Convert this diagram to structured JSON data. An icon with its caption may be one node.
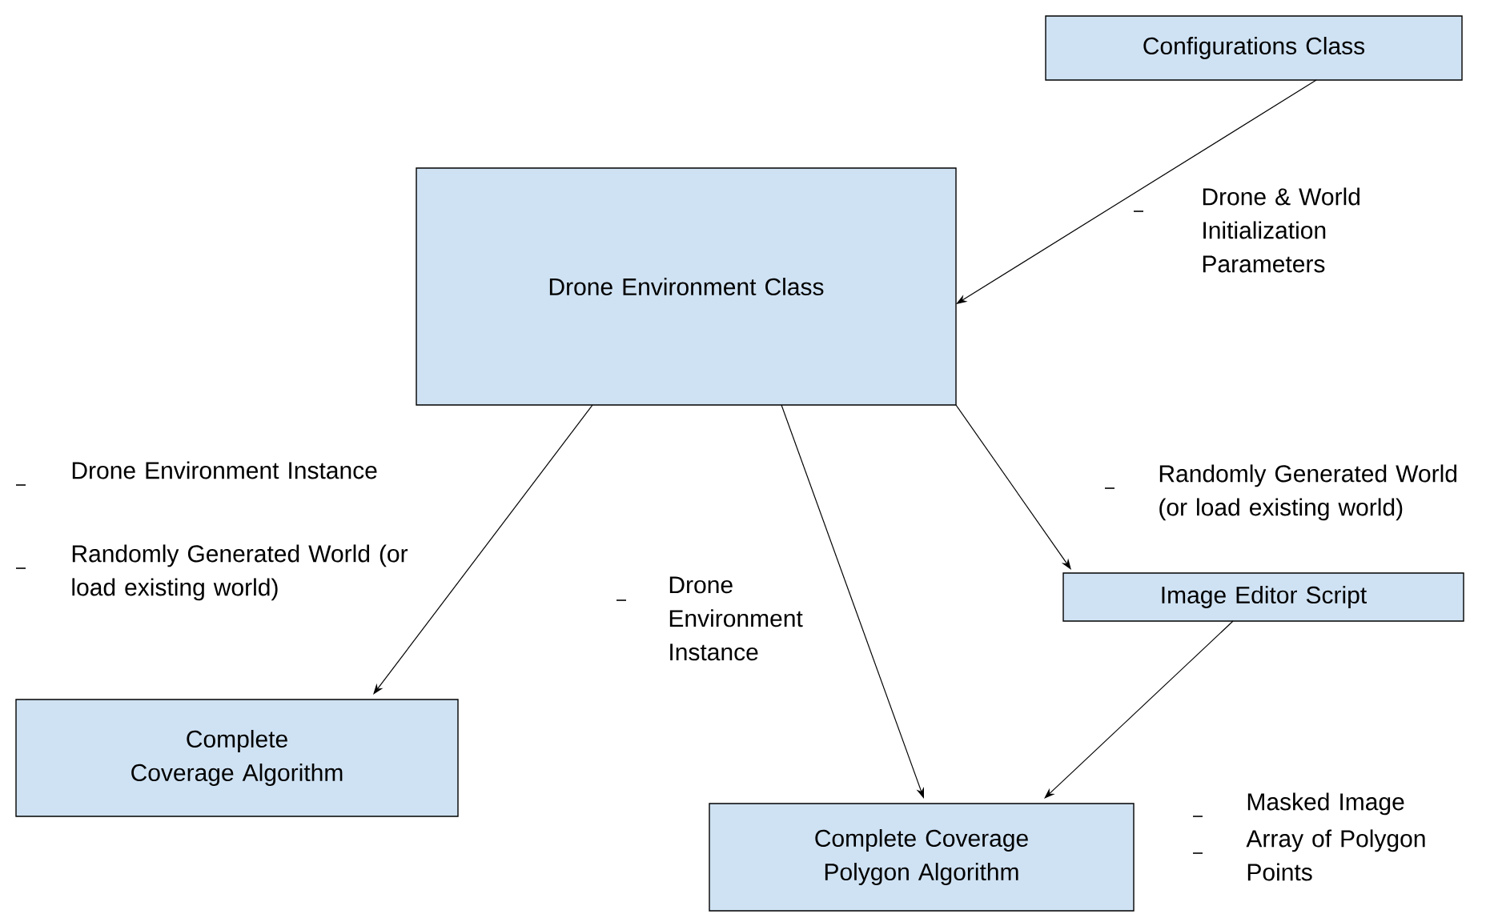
{
  "diagram": {
    "nodes": [
      {
        "text": [
          "Configurations Class"
        ]
      },
      {
        "text": [
          "Drone Environment Class"
        ]
      },
      {
        "text": [
          "Complete Coverage Algorithm"
        ]
      },
      {
        "text": [
          "Image Editor Script"
        ]
      },
      {
        "text": [
          "Complete Coverage Polygon Algorithm"
        ]
      }
    ],
    "edges": [
      {
        "from": 0,
        "to": 1,
        "arrow": "to"
      },
      {
        "from": 1,
        "to": 2,
        "arrow": "to"
      },
      {
        "from": 1,
        "to": 4,
        "arrow": "to"
      },
      {
        "from": 1,
        "to": 3,
        "arrow": "to"
      },
      {
        "from": 3,
        "to": 4,
        "arrow": "to"
      }
    ],
    "labels": [
      "Drone & World Initialization Parameters",
      "Drone Environment Instance",
      "Randomly Generated World (or load existing world)",
      "Randomly Generated World (or load existing world)",
      "Drone Environment Instance",
      "Masked Image",
      "Array of Polygon Points"
    ]
  }
}
